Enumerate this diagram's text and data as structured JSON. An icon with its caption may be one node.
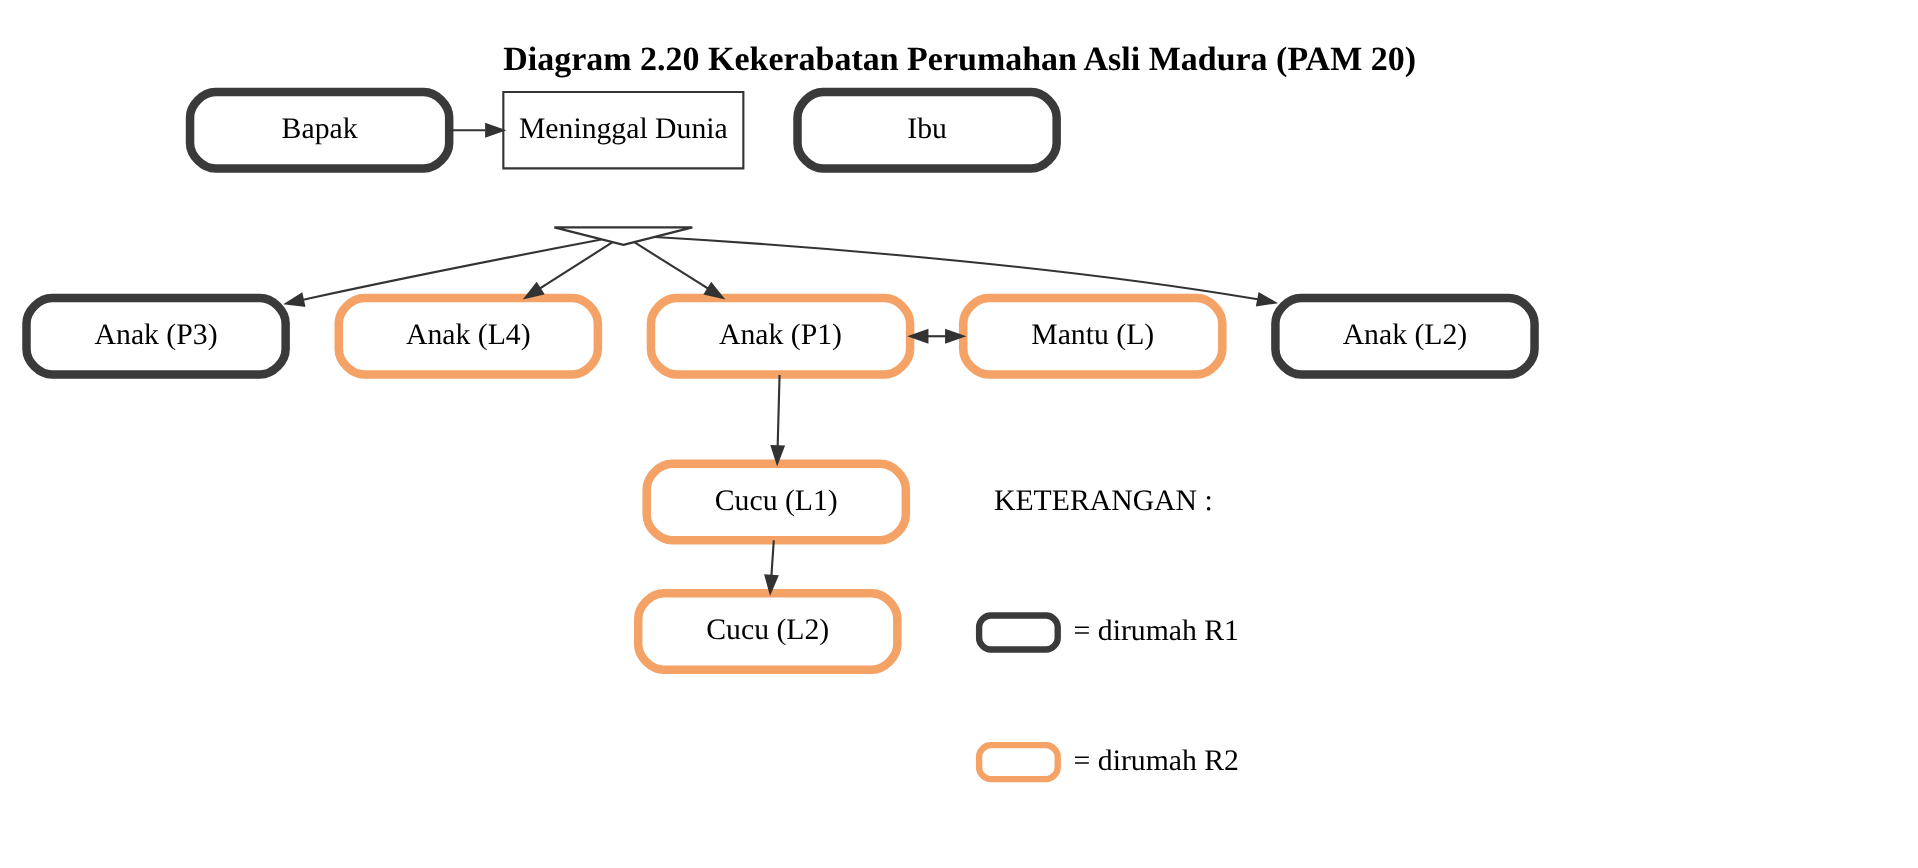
{
  "diagram": {
    "title": "Diagram 2.20 Kekerabatan Perumahan Asli Madura (PAM 20)",
    "nodes": [
      {
        "text": [
          "Meninggal Dunia"
        ]
      },
      {
        "text": [
          "Bapak"
        ]
      },
      {
        "text": [
          "Ibu"
        ]
      },
      {
        "text": [],
        "shape": "brace"
      },
      {
        "text": [
          "Anak (L2)"
        ]
      },
      {
        "text": [
          "Mantu (L)"
        ]
      },
      {
        "text": [
          "Anak (P1)"
        ]
      },
      {
        "text": [
          "Anak (P3)"
        ]
      },
      {
        "text": [
          "Anak (L4)"
        ]
      },
      {
        "text": [
          "Cucu (L1)"
        ]
      },
      {
        "text": [
          "Cucu (L2)"
        ]
      }
    ],
    "edges": [
      {
        "from": 1,
        "to": 0,
        "arrow": "to"
      },
      {
        "from": 3,
        "to": 6,
        "arrow": "to"
      },
      {
        "from": 3,
        "to": 4,
        "arrow": "to"
      },
      {
        "from": 3,
        "to": 7,
        "arrow": "to"
      },
      {
        "from": 3,
        "to": 8,
        "arrow": "to"
      },
      {
        "from": 5,
        "to": 6,
        "arrow": "both"
      },
      {
        "from": 6,
        "to": 9,
        "arrow": "to"
      },
      {
        "from": 9,
        "to": 10,
        "arrow": "to"
      }
    ],
    "labels": [
      "KETERANGAN :"
    ],
    "legend": [
      {
        "text": "= dirumah R1",
        "color": "#3a3a3a"
      },
      {
        "text": "= dirumah R2",
        "color": "#f4a266"
      }
    ]
  }
}
